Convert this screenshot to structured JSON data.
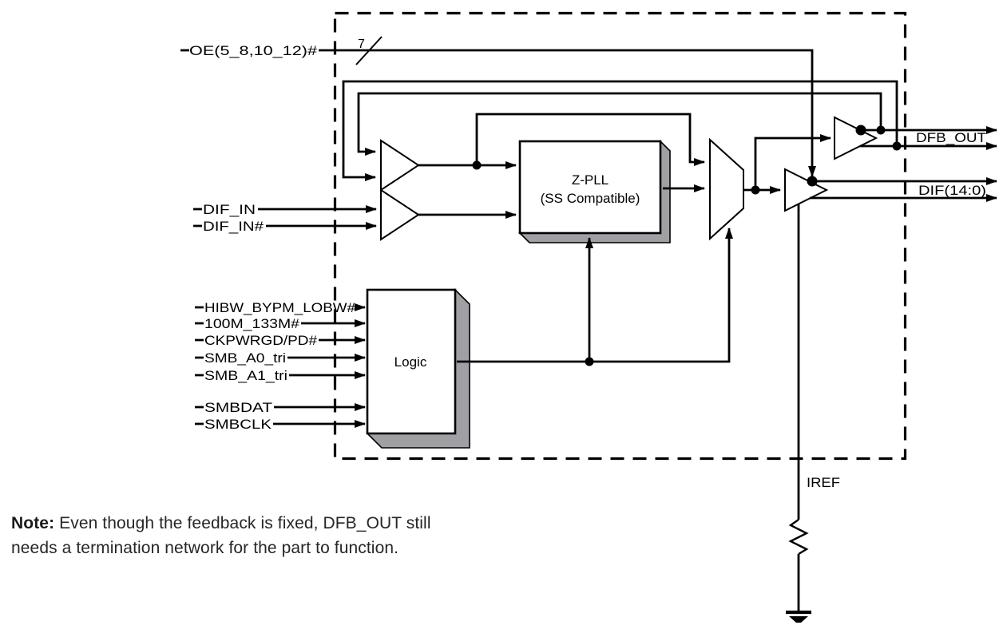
{
  "diagram": {
    "inputs": {
      "oe": "OE(5_8,10_12)#",
      "oe_bus_width": "7",
      "dif_in": "DIF_IN",
      "dif_in_n": "DIF_IN#",
      "logic": [
        "HIBW_BYPM_LOBW#",
        "100M_133M#",
        "CKPWRGD/PD#",
        "SMB_A0_tri",
        "SMB_A1_tri",
        "SMBDAT",
        "SMBCLK"
      ]
    },
    "blocks": {
      "zpll_line1": "Z-PLL",
      "zpll_line2": "(SS Compatible)",
      "logic": "Logic"
    },
    "outputs": {
      "dfb": "DFB_OUT",
      "dif": "DIF(14:0)",
      "iref": "IREF"
    }
  },
  "note": {
    "label": "Note:",
    "line1": " Even though the feedback is fixed, DFB_OUT still",
    "line2": "needs a termination network for the part to function."
  },
  "colors": {
    "line": "#000000",
    "block_shadow": "#a0a0a4",
    "block_fill": "#ffffff",
    "background": "#ffffff"
  }
}
